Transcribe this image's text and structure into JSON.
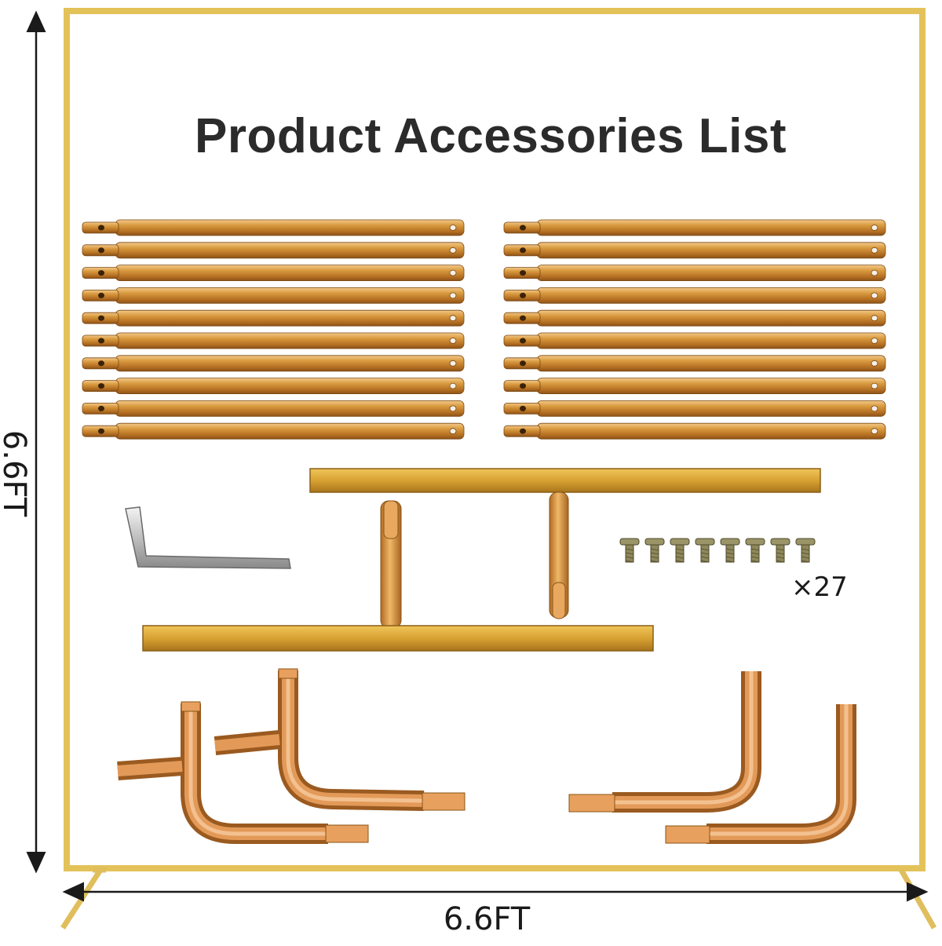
{
  "title": "Product Accessories List",
  "dimensions": {
    "width": "6.6FT",
    "height": "6.6FT"
  },
  "screw_quantity": "×27",
  "counts": {
    "tubes_per_group": 10,
    "tube_groups": 2,
    "screws_shown": 8,
    "t_bases": 2,
    "t_corners": 2,
    "l_corners": 2,
    "hex_keys": 1
  },
  "colors": {
    "frame_gold": "#e3c25a",
    "tube_gold": "#d99a3f",
    "copper": "#d88a48",
    "base_gold": "#d8a232",
    "ink": "#1a1a1a"
  },
  "icons": {
    "hex_key": "allen-wrench-icon",
    "screw": "bolt-icon"
  }
}
